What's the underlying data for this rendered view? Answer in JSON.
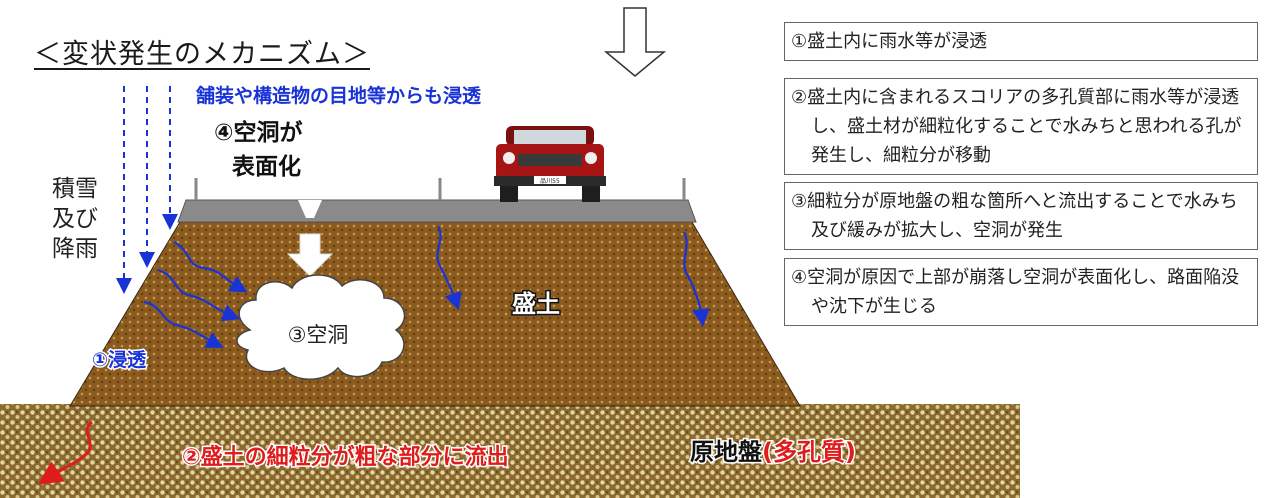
{
  "title": "＜変状発生のメカニズム＞",
  "labels": {
    "rain": [
      "積雪",
      "及び",
      "降雨"
    ],
    "joint_seepage": "舗装や構造物の目地等からも浸透",
    "surfacing": [
      "④空洞が",
      "表面化"
    ],
    "seepage": "①浸透",
    "cavity": "③空洞",
    "embankment": "盛土",
    "outflow": "②盛土の細粒分が粗な部分に流出",
    "ground_main": "原地盤",
    "ground_porous": "(多孔質)",
    "plate": "品川55"
  },
  "steps": [
    "①盛土内に雨水等が浸透",
    "②盛土内に含まれるスコリアの多孔質部に雨水等が浸透し、盛土材が細粒化することで水みちと思われる孔が発生し、細粒分が移動",
    "③細粒分が原地盤の粗な箇所へと流出することで水みち及び緩みが拡大し、空洞が発生",
    "④空洞が原因で上部が崩落し空洞が表面化し、路面陥没や沈下が生じる"
  ],
  "colors": {
    "embankment": "#8c5a1e",
    "ground": "#9a7a40",
    "water": "#1a33d6",
    "outflow": "#e01b1b",
    "road": "#888888"
  }
}
